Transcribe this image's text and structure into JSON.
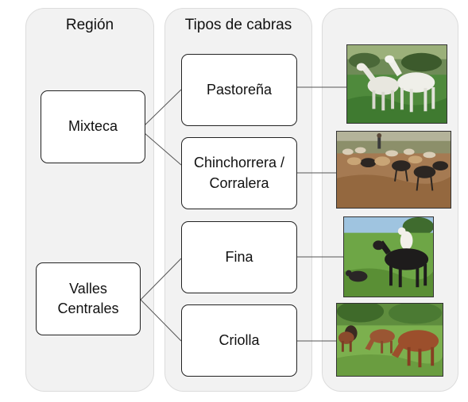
{
  "columns": {
    "region_title": "Región",
    "types_title": "Tipos de cabras"
  },
  "regions": [
    {
      "label": "Mixteca"
    },
    {
      "label": "Valles\nCentrales"
    }
  ],
  "goat_types": [
    {
      "label": "Pastoreña",
      "region": "Mixteca",
      "photo": "white-goats-on-grass-photo"
    },
    {
      "label": "Chinchorrera /\nCorralera",
      "region": "Mixteca",
      "photo": "goat-herd-on-dirt-photo"
    },
    {
      "label": "Fina",
      "region": "Valles Centrales",
      "photo": "black-goat-in-field-photo"
    },
    {
      "label": "Criolla",
      "region": "Valles Centrales",
      "photo": "brown-goats-grazing-photo"
    }
  ],
  "colors": {
    "panel": "#f2f2f2",
    "node_border": "#222222",
    "connector": "#555555"
  }
}
